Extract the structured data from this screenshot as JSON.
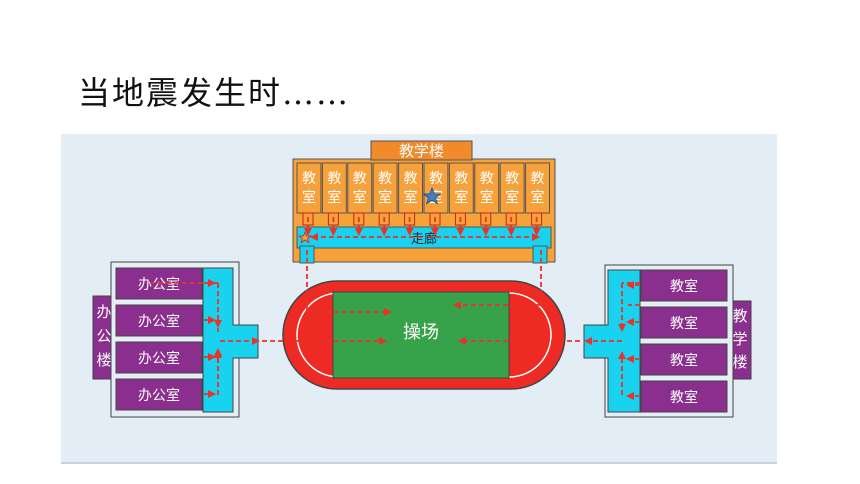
{
  "slide": {
    "title": "当地震发生时……"
  },
  "north_building": {
    "name": "教学楼",
    "room_label": [
      "教",
      "室"
    ],
    "rooms_count": 10,
    "corridor": "走廊"
  },
  "west_building": {
    "name": [
      "办",
      "公",
      "楼"
    ],
    "rooms": [
      "办公室",
      "办公室",
      "办公室",
      "办公室"
    ]
  },
  "east_building": {
    "name": [
      "教",
      "学",
      "楼"
    ],
    "rooms": [
      "教室",
      "教室",
      "教室",
      "教室"
    ]
  },
  "playground": {
    "label": "操场"
  },
  "colors": {
    "orange": "#f7a13a",
    "purple": "#8a2f8e",
    "cyan": "#19d2f0",
    "track_red": "#ee2a24",
    "field_green": "#36a24a",
    "arrow_red": "#e8322a",
    "star_blue": "#3e7fc9"
  },
  "icons": [
    "star-icon",
    "arrow-icon"
  ]
}
